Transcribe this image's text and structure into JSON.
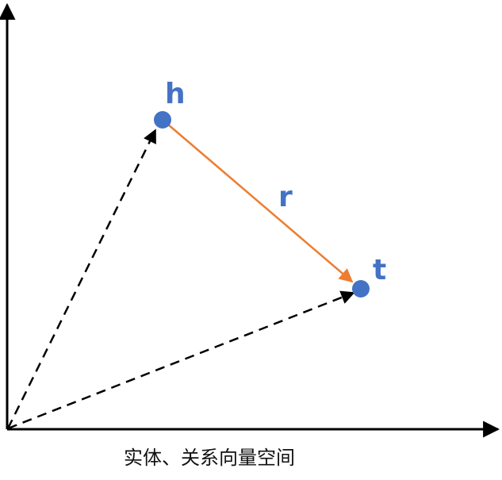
{
  "diagram": {
    "head_label": "h",
    "relation_label": "r",
    "tail_label": "t",
    "caption": "实体、关系向量空间"
  },
  "colors": {
    "node": "#4472C4",
    "label": "#4472C4",
    "relation": "#ED7D31",
    "axis": "#000000",
    "vector": "#000000"
  }
}
